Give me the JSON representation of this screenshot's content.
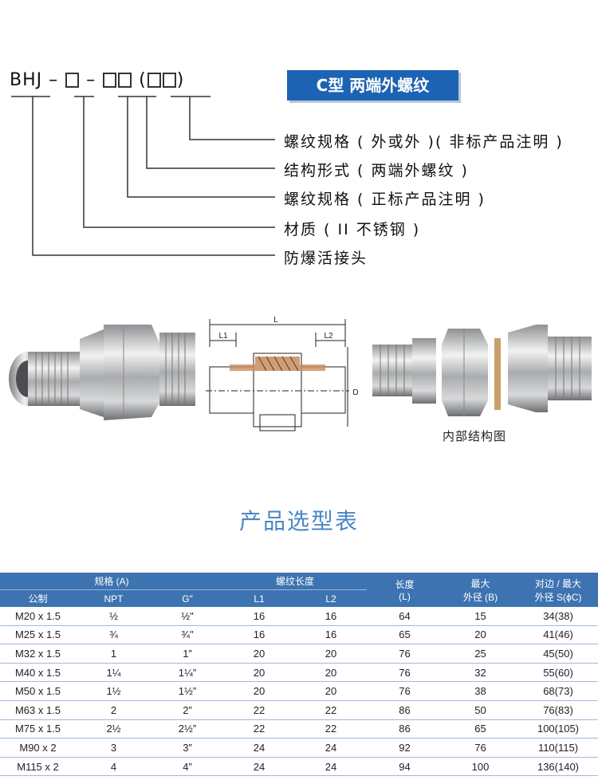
{
  "model_code": {
    "prefix": "BHJ",
    "sep": "–",
    "open": "(",
    "close": ")"
  },
  "badge": "C型  两端外螺纹",
  "descriptions": [
    "螺纹规格 ( 外或外 )( 非标产品注明 )",
    "结构形式 ( 两端外螺纹 )",
    "螺纹规格 ( 正标产品注明 )",
    "材质 ( II 不锈钢 )",
    "防爆活接头"
  ],
  "drawing": {
    "L": "L",
    "L1": "L1",
    "L2": "L2",
    "D": "D"
  },
  "caption": "内部结构图",
  "section_title": "产品选型表",
  "table": {
    "header_group_spec": "规格 (A)",
    "header_group_thread": "螺纹长度",
    "header_length": "长度\n(L)",
    "header_length_l1": "长度",
    "header_length_l2": "(L)",
    "header_maxdia_l1": "最大",
    "header_maxdia_l2": "外径 (B)",
    "header_across_l1": "对边 / 最大",
    "header_across_l2": "外径 S(ϕC)",
    "columns": [
      "公制",
      "NPT",
      "G\"",
      "L1",
      "L2"
    ],
    "rows": [
      [
        "M20 x 1.5",
        "½",
        "½\"",
        "16",
        "16",
        "64",
        "15",
        "34(38)"
      ],
      [
        "M25 x 1.5",
        "¾",
        "¾\"",
        "16",
        "16",
        "65",
        "20",
        "41(46)"
      ],
      [
        "M32 x 1.5",
        "1",
        "1”",
        "20",
        "20",
        "76",
        "25",
        "45(50)"
      ],
      [
        "M40 x 1.5",
        "1¼",
        "1¼”",
        "20",
        "20",
        "76",
        "32",
        "55(60)"
      ],
      [
        "M50 x 1.5",
        "1½",
        "1½”",
        "20",
        "20",
        "76",
        "38",
        "68(73)"
      ],
      [
        "M63 x 1.5",
        "2",
        "2”",
        "22",
        "22",
        "86",
        "50",
        "76(83)"
      ],
      [
        "M75 x 1.5",
        "2½",
        "2½”",
        "22",
        "22",
        "86",
        "65",
        "100(105)"
      ],
      [
        "M90 x 2",
        "3",
        "3”",
        "24",
        "24",
        "92",
        "76",
        "110(115)"
      ],
      [
        "M115 x 2",
        "4",
        "4”",
        "24",
        "24",
        "94",
        "100",
        "136(140)"
      ]
    ]
  },
  "colors": {
    "badge": "#1d63b4",
    "table_header": "#3d73b1",
    "section_title": "#4b86c6"
  }
}
